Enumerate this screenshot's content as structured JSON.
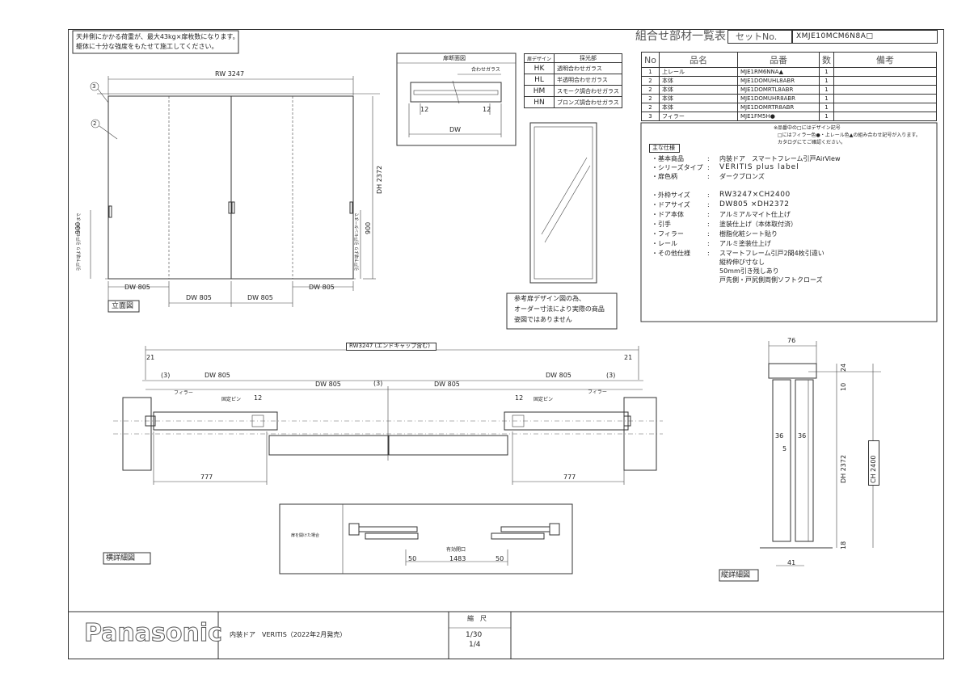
{
  "notice": {
    "line1": "天井側にかかる荷重が、最大43kg×扉枚数になります。",
    "line2": "躯体に十分な強度をもたせて施工してください。"
  },
  "header": {
    "title": "組合せ部材一覧表",
    "set_label": "セットNo.",
    "set_no": "XMJE10MCM6N8A□"
  },
  "parts_table": {
    "headers": [
      "No",
      "品名",
      "品番",
      "数",
      "備考"
    ],
    "rows": [
      {
        "no": "1",
        "name": "上レール",
        "code": "MJE1RM6NNA▲",
        "qty": "1",
        "note": ""
      },
      {
        "no": "2",
        "name": "本体",
        "code": "MJE1DOMUHL8ABR",
        "qty": "1",
        "note": ""
      },
      {
        "no": "2",
        "name": "本体",
        "code": "MJE1DOMRTL8ABR",
        "qty": "1",
        "note": ""
      },
      {
        "no": "2",
        "name": "本体",
        "code": "MJE1DOMUHR8ABR",
        "qty": "1",
        "note": ""
      },
      {
        "no": "2",
        "name": "本体",
        "code": "MJE1DOMRTR8ABR",
        "qty": "1",
        "note": ""
      },
      {
        "no": "3",
        "name": "フィラー",
        "code": "MJE1FM5H●",
        "qty": "1",
        "note": ""
      }
    ],
    "footnote1": "※品番中の□にはデザイン記号",
    "footnote2": "□にはフィラー色●・上レール色▲の組み合わせ記号が入ります。",
    "footnote3": "カタログにてご確認ください。"
  },
  "specs": {
    "heading": "主な仕様",
    "items": [
      {
        "label": "・基本商品",
        "value": "内装ドア　スマートフレーム引戸AirView"
      },
      {
        "label": "・シリーズタイプ",
        "value": "VERITIS plus label"
      },
      {
        "label": "・扉色柄",
        "value": "ダークブロンズ"
      },
      {
        "label": "・外枠サイズ",
        "value": "RW3247×CH2400"
      },
      {
        "label": "・ドアサイズ",
        "value": "DW805 ×DH2372"
      },
      {
        "label": "・ドア本体",
        "value": "アルミアルマイト仕上げ"
      },
      {
        "label": "・引手",
        "value": "塗装仕上げ（本体取付済）"
      },
      {
        "label": "・フィラー",
        "value": "樹脂化粧シート貼り"
      },
      {
        "label": "・レール",
        "value": "アルミ塗装仕上げ"
      },
      {
        "label": "・その他仕様",
        "value": "スマートフレーム引戸2間4枚引違い"
      },
      {
        "label": "",
        "value": "縦枠伸び寸なし"
      },
      {
        "label": "",
        "value": "50mm引き残しあり"
      },
      {
        "label": "",
        "value": "戸先側・戸尻側両側ソフトクローズ"
      }
    ]
  },
  "glass_table": {
    "headers": [
      "扉デザイン",
      "採光部"
    ],
    "rows": [
      {
        "code": "HK",
        "desc": "透明合わせガラス"
      },
      {
        "code": "HL",
        "desc": "半透明合わせガラス"
      },
      {
        "code": "HM",
        "desc": "スモーク調合わせガラス"
      },
      {
        "code": "HN",
        "desc": "ブロンズ調合わせガラス"
      }
    ]
  },
  "section_detail": {
    "title": "扉断面図",
    "glass_label": "合わせガラス",
    "dim_left": "12",
    "dim_right": "12",
    "dim_width": "DW"
  },
  "reference_note": {
    "line1": "参考扉デザイン図の為、",
    "line2": "オーダー寸法により実際の商品",
    "line3": "姿図ではありません"
  },
  "elevation": {
    "label": "立面図",
    "rw": "RW 3247",
    "dh": "DH 2372",
    "dw1": "DW 805",
    "dw2": "DW 805",
    "dw3": "DW 805",
    "dw4": "DW 805",
    "h900_left": "900",
    "h900_right": "900",
    "side_left": "引戸下端より\n引戸センターまで",
    "side_right": "引戸下端より\n引戸センターまで",
    "marker3": "3",
    "marker2": "2"
  },
  "plan": {
    "label": "横詳細図",
    "rw": "RW3247 (エンドキャップ含む)",
    "dim21_left": "21",
    "dim21_right": "21",
    "mark3_a": "(3)",
    "mark3_b": "(3)",
    "mark3_c": "(3)",
    "dw_a": "DW 805",
    "dw_b": "DW 805",
    "dw_c": "DW 805",
    "dw_d": "DW 805",
    "filler_left": "フィラー",
    "filler_right": "フィラー",
    "pin_left": "固定ピン",
    "pin_right": "固定ピン",
    "dim12_left": "12",
    "dim12_right": "12",
    "dim777_left": "777",
    "dim777_right": "777"
  },
  "open_detail": {
    "label": "扉を開けた場合",
    "opening_label": "有効開口",
    "opening": "1483",
    "dim50_left": "50",
    "dim50_right": "50"
  },
  "vertical": {
    "label": "縦詳細図",
    "w76": "76",
    "h24": "24",
    "h10": "10",
    "h18": "18",
    "w36a": "36",
    "w36b": "36",
    "w5": "5",
    "w41": "41",
    "dh": "DH 2372",
    "ch": "CH 2400"
  },
  "footer": {
    "brand": "Panasonic",
    "product": "内装ドア　VERITIS（2022年2月発売）",
    "scale_label": "縮　尺",
    "scale1": "1/30",
    "scale2": "1/4"
  }
}
